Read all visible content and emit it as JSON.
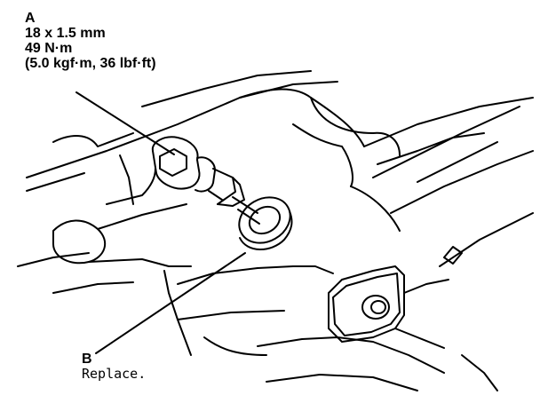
{
  "callout_a": {
    "letter": "A",
    "size": "18 x 1.5 mm",
    "torque_nm": "49 N·m",
    "torque_alt": "(5.0 kgf·m, 36 lbf·ft)"
  },
  "callout_b": {
    "letter": "B",
    "note": "Replace."
  },
  "colors": {
    "ink": "#000000",
    "paper": "#ffffff"
  }
}
